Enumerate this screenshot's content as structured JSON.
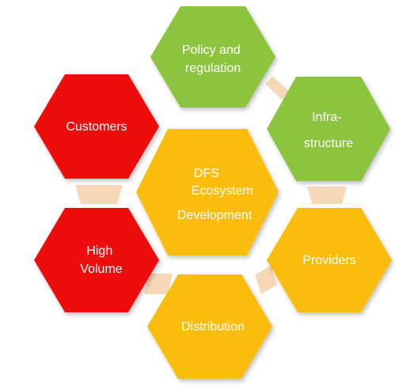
{
  "colors": {
    "red": "#ee1111",
    "green": "#8cc43f",
    "amber": "#fbbd0b",
    "connector": "#f6d7b8",
    "text": "#ffffff"
  },
  "nodes": {
    "policy": {
      "lines": [
        "Policy and",
        "regulation"
      ],
      "color": "green"
    },
    "infrastructure": {
      "lines": [
        "Infra-",
        "structure"
      ],
      "color": "green"
    },
    "customers": {
      "lines": [
        "Customers"
      ],
      "color": "red"
    },
    "center": {
      "lines": [
        "DFS",
        "Ecosystem",
        "Development"
      ],
      "color": "amber"
    },
    "high_volume": {
      "lines": [
        "High",
        "Volume"
      ],
      "color": "red"
    },
    "providers": {
      "lines": [
        "Providers"
      ],
      "color": "amber"
    },
    "distribution": {
      "lines": [
        "Distribution"
      ],
      "color": "amber"
    }
  }
}
